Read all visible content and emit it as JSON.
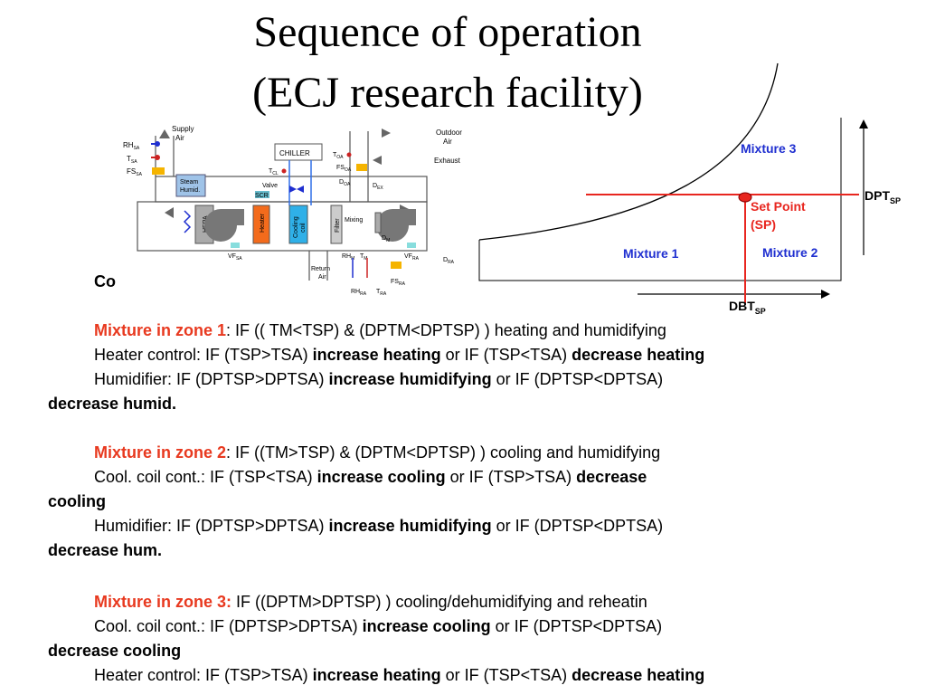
{
  "title": {
    "line1": "Sequence of operation",
    "line2": "(ECJ research facility)"
  },
  "schematic": {
    "supply_air": [
      "Supply",
      "Air"
    ],
    "outdoor_air": [
      "Outdoor",
      "Air"
    ],
    "exhaust": "Exhaust",
    "return_air": [
      "Return",
      "Air"
    ],
    "chiller": "CHILLER",
    "steam_humid": [
      "Steam",
      "Humid."
    ],
    "hepa": "HEPA",
    "heater": "Heater",
    "cooling_coil": [
      "Cooling",
      "coil"
    ],
    "filter": "Filter",
    "mixing": "Mixing",
    "valve": "Valve",
    "scr": "SCR",
    "rh_sa": "RH",
    "rh_sa_sub": "SA",
    "t_sa": "T",
    "t_sa_sub": "SA",
    "fs_sa": "FS",
    "fs_sa_sub": "SA",
    "t_cl": "T",
    "t_cl_sub": "CL",
    "t_oa": "T",
    "t_oa_sub": "OA",
    "fs_oa": "FS",
    "fs_oa_sub": "OA",
    "d_oa": "D",
    "d_oa_sub": "OA",
    "d_ex": "D",
    "d_ex_sub": "EX",
    "d_m": "D",
    "d_m_sub": "M",
    "vf_sa": "VF",
    "vf_sa_sub": "SA",
    "vf_ra": "VF",
    "vf_ra_sub": "RA",
    "rh_m": "RH",
    "rh_m_sub": "M",
    "t_m": "T",
    "t_m_sub": "M",
    "d_ra": "D",
    "d_ra_sub": "RA",
    "fs_ra": "FS",
    "fs_ra_sub": "RA",
    "rh_ra": "RH",
    "rh_ra_sub": "RA",
    "t_ra": "T",
    "t_ra_sub": "RA"
  },
  "psychro": {
    "mixture3": "Mixture 3",
    "mixture1": "Mixture 1",
    "mixture2": "Mixture 2",
    "set_point_1": "Set Point",
    "set_point_2": "(SP)",
    "dpt": "DPT",
    "dpt_sub": "SP",
    "dbt": "DBT",
    "dbt_sub": "SP"
  },
  "text": {
    "control_label": "Co",
    "z1_head": "Mixture in zone 1",
    "z1_cond": ":   IF (( TM<TSP) & (DPTM<DPTSP) )    heating and humidifying",
    "z1_h_a": "Heater control: IF (TSP>TSA)   ",
    "z1_h_b": "increase heating",
    "z1_h_c": " or IF (TSP<TSA) ",
    "z1_h_d": "decrease heating",
    "z1_u_a": "Humidifier: IF (DPTSP>DPTSA) ",
    "z1_u_b": "increase humidifying",
    "z1_u_c": " or IF (DPTSP<DPTSA)",
    "z1_u_d": "decrease humid.",
    "z2_head": "Mixture in zone 2",
    "z2_cond": ":   IF ((TM>TSP) & (DPTM<DPTSP) )    cooling and humidifying",
    "z2_c_a": "Cool. coil cont.: IF (TSP<TSA)   ",
    "z2_c_b": "increase cooling",
    "z2_c_c": " or IF (TSP>TSA) ",
    "z2_c_d": "decrease",
    "z2_c_e": "cooling",
    "z2_u_a": "Humidifier: IF (DPTSP>DPTSA)   ",
    "z2_u_b": "increase humidifying",
    "z2_u_c": " or IF (DPTSP<DPTSA)",
    "z2_u_d": "decrease hum.",
    "z3_head": "Mixture in zone 3:",
    "z3_cond": "   IF ((DPTM>DPTSP) ) cooling/dehumidifying and reheatin",
    "z3_c_a": "Cool. coil cont.: IF (DPTSP>DPTSA)  ",
    "z3_c_b": "increase cooling",
    "z3_c_c": " or IF (DPTSP<DPTSA)",
    "z3_c_d": "decrease cooling",
    "z3_h_a": "Heater control: IF (TSP>TSA)   ",
    "z3_h_b": "increase heating",
    "z3_h_c": " or IF (TSP<TSA) ",
    "z3_h_d": "decrease heating"
  },
  "colors": {
    "zone_heading": "#e8391f",
    "mixture_label": "#1f2fd0",
    "set_point": "#e8261f"
  }
}
